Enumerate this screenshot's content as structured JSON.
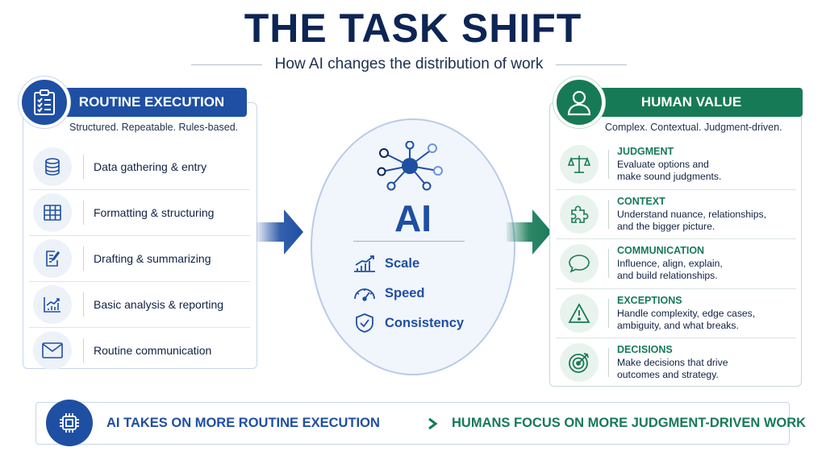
{
  "title": "THE TASK SHIFT",
  "subtitle": "How AI changes the distribution of work",
  "colors": {
    "blue": "#1e4fa3",
    "green": "#177a56",
    "navy": "#0d2554"
  },
  "left_panel": {
    "header": "ROUTINE EXECUTION",
    "subheader": "Structured. Repeatable. Rules-based.",
    "badge_icon": "clipboard-checklist-icon",
    "items": [
      {
        "label": "Data gathering & entry",
        "icon": "database-icon"
      },
      {
        "label": "Formatting & structuring",
        "icon": "table-grid-icon"
      },
      {
        "label": "Drafting & summarizing",
        "icon": "document-pen-icon"
      },
      {
        "label": "Basic analysis & reporting",
        "icon": "chart-trend-icon"
      },
      {
        "label": "Routine communication",
        "icon": "envelope-icon"
      }
    ]
  },
  "center": {
    "label": "AI",
    "network_icon": "network-nodes-icon",
    "features": [
      {
        "label": "Scale",
        "icon": "bar-chart-up-icon"
      },
      {
        "label": "Speed",
        "icon": "speedometer-icon"
      },
      {
        "label": "Consistency",
        "icon": "shield-check-icon"
      }
    ]
  },
  "right_panel": {
    "header": "HUMAN VALUE",
    "subheader": "Complex. Contextual. Judgment-driven.",
    "badge_icon": "person-icon",
    "items": [
      {
        "title": "JUDGMENT",
        "line1": "Evaluate options and",
        "line2": "make sound judgments.",
        "icon": "scales-icon"
      },
      {
        "title": "CONTEXT",
        "line1": "Understand nuance, relationships,",
        "line2": "and the bigger picture.",
        "icon": "puzzle-icon"
      },
      {
        "title": "COMMUNICATION",
        "line1": "Influence, align, explain,",
        "line2": "and build relationships.",
        "icon": "speech-bubble-icon"
      },
      {
        "title": "EXCEPTIONS",
        "line1": "Handle complexity, edge cases,",
        "line2": "ambiguity, and what breaks.",
        "icon": "warning-icon"
      },
      {
        "title": "DECISIONS",
        "line1": "Make decisions that drive",
        "line2": "outcomes and strategy.",
        "icon": "target-icon"
      }
    ]
  },
  "bottom": {
    "left_text": "AI TAKES ON MORE ROUTINE EXECUTION",
    "right_text": "HUMANS FOCUS ON MORE JUDGMENT-DRIVEN WORK",
    "badge_icon": "cpu-chip-icon"
  }
}
